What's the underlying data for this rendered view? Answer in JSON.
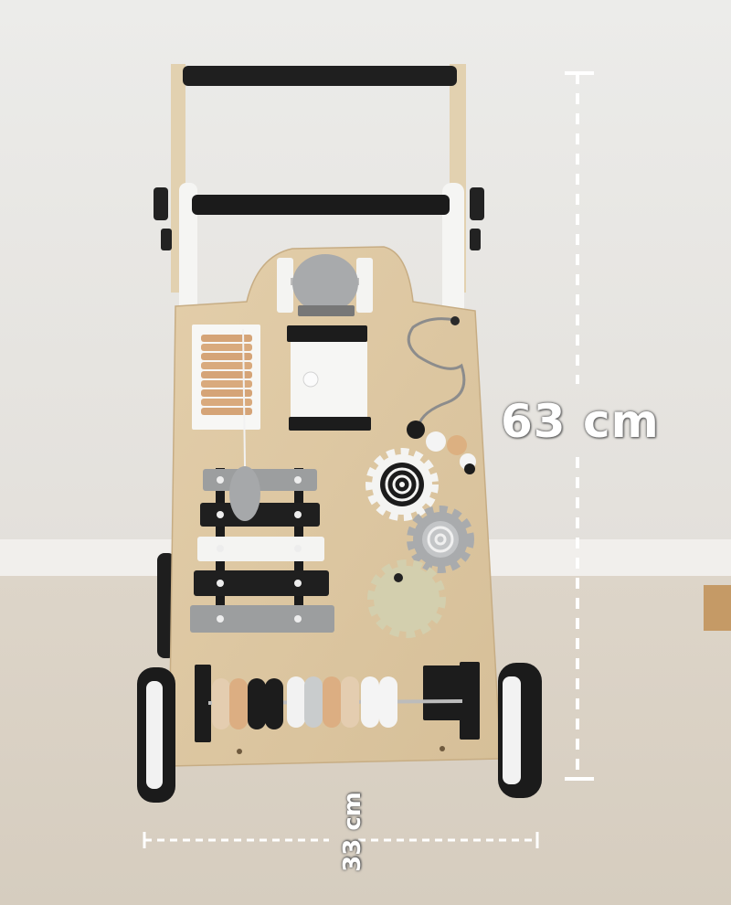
{
  "photo": {
    "subject": "wooden-baby-walker-activity-board",
    "colors": {
      "wall": "#ebe8e4",
      "carpet": "#dcd4c7",
      "wood": "#ddc7a3",
      "black": "#1c1c1c",
      "white": "#f3f3f1",
      "grey": "#a7a9aa",
      "sage": "#d3cfae",
      "beech": "#d9a679"
    }
  },
  "dimensions": {
    "height_label": "63 cm",
    "width_label": "33 cm"
  }
}
